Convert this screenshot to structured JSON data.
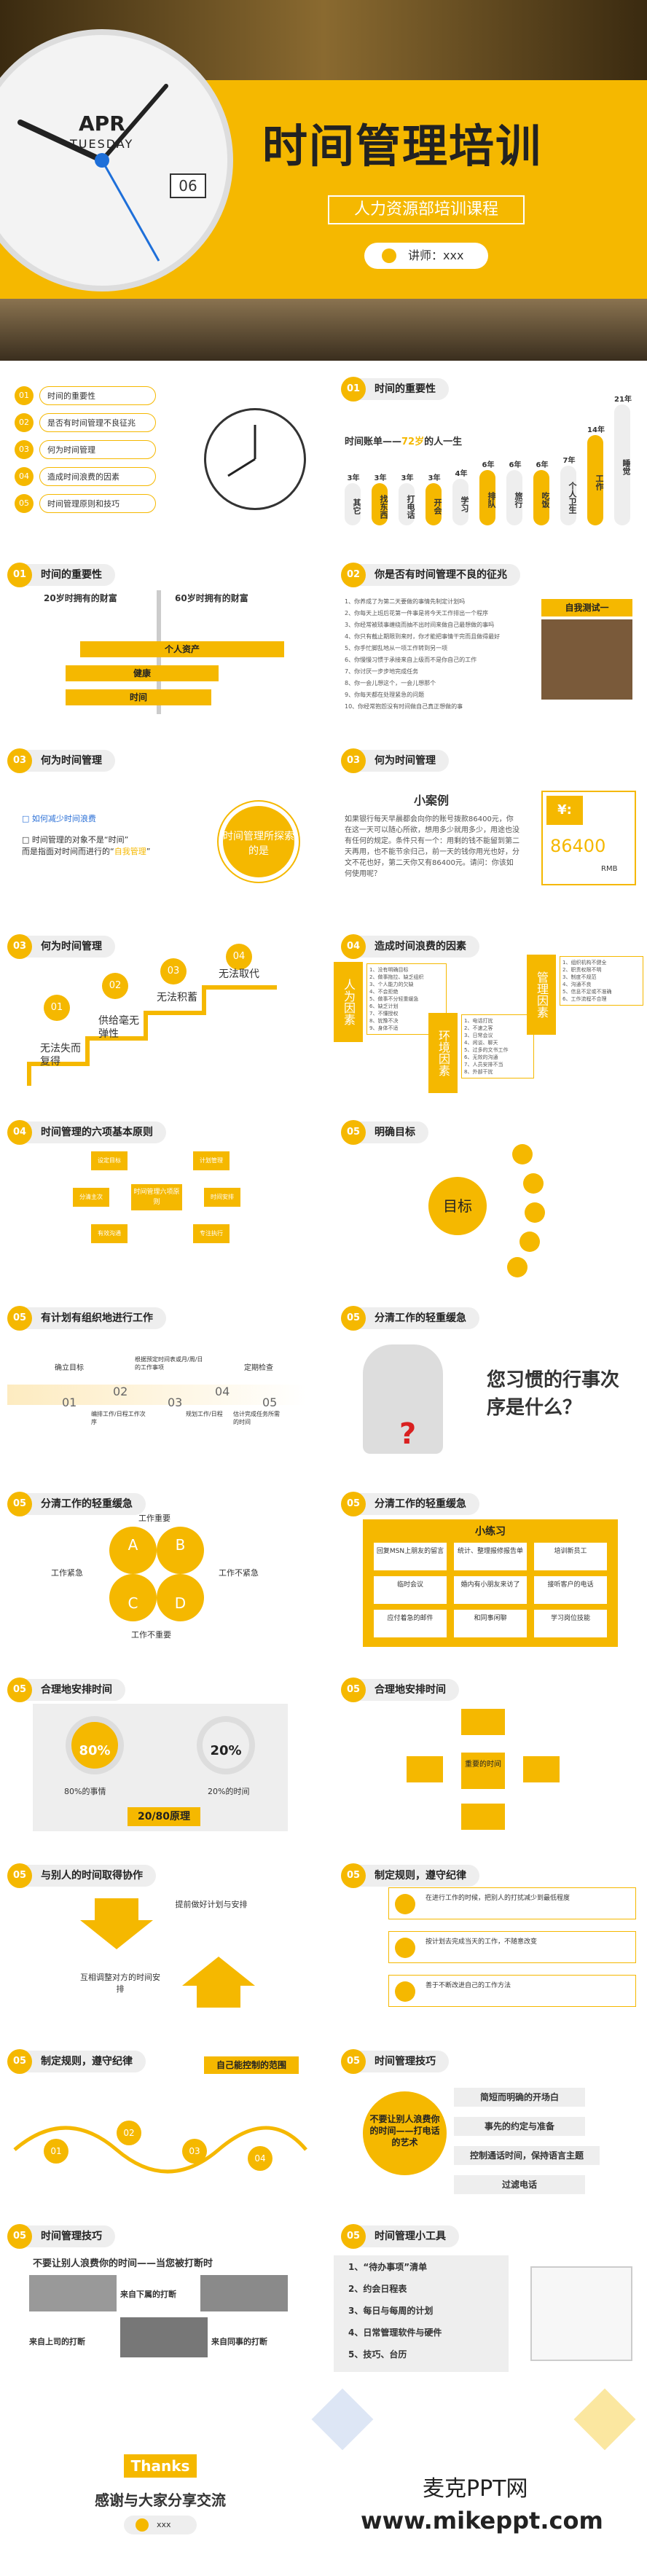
{
  "hero": {
    "month": "APR",
    "weekday": "TUESDAY",
    "day": "06",
    "title": "时间管理培训",
    "subtitle": "人力资源部培训课程",
    "teacher": "讲师：xxx"
  },
  "colors": {
    "accent": "#f5b800",
    "dark": "#222222",
    "light": "#eeeeee"
  },
  "toc": {
    "items": [
      {
        "n": "01",
        "label": "时间的重要性"
      },
      {
        "n": "02",
        "label": "是否有时间管理不良征兆"
      },
      {
        "n": "03",
        "label": "何为时间管理"
      },
      {
        "n": "04",
        "label": "造成时间浪费的因素"
      },
      {
        "n": "05",
        "label": "时间管理原则和技巧"
      }
    ]
  },
  "s_importance": {
    "n": "01",
    "title": "时间的重要性",
    "subtitle_a": "时间账单——",
    "subtitle_hl": "72岁",
    "subtitle_b": "的人一生",
    "bars": [
      {
        "years": "3年",
        "label": "其它",
        "hl": false
      },
      {
        "years": "3年",
        "label": "找东西",
        "hl": true
      },
      {
        "years": "3年",
        "label": "打电话",
        "hl": false
      },
      {
        "years": "3年",
        "label": "开会",
        "hl": true
      },
      {
        "years": "4年",
        "label": "学习",
        "hl": false
      },
      {
        "years": "6年",
        "label": "排队",
        "hl": true
      },
      {
        "years": "6年",
        "label": "旅行",
        "hl": false
      },
      {
        "years": "6年",
        "label": "吃饭",
        "hl": true
      },
      {
        "years": "7年",
        "label": "个人卫生",
        "hl": false
      },
      {
        "years": "14年",
        "label": "工作",
        "hl": true
      },
      {
        "years": "21年",
        "label": "睡觉",
        "hl": false
      }
    ]
  },
  "s_importance2": {
    "n": "01",
    "title": "时间的重要性",
    "left": "20岁时拥有的财富",
    "right": "60岁时拥有的财富",
    "a1": "个人资产",
    "a2": "健康",
    "a3": "时间"
  },
  "s_signs": {
    "n": "02",
    "title": "你是否有时间管理不良的征兆",
    "test": "自我测试一",
    "items": [
      "1、你养成了为第二天要做的事情先制定计划吗",
      "2、你每天上班后花第一件事是将今天工作排出一个程序",
      "3、你经常被琐事缠绕而抽不出时间来做自己最想做的事吗",
      "4、你只有截止期限到来时，你才能把事情干完而且做得最好",
      "5、你手忙脚乱地从一项工作转到另一项",
      "6、你慢慢习惯于承接来自上级而不是你自己的工作",
      "7、你讨厌一步步地完成任务",
      "8、你一会儿想这个，一会儿想那个",
      "9、你每天都在处理紧急的问题",
      "10、你经常抱怨没有时间做自己真正想做的事"
    ]
  },
  "s_what": {
    "n": "03",
    "title": "何为时间管理",
    "p1": "如何减少时间浪费",
    "p2a": "时间管理的对象不是“时间”",
    "p2b": "而是指面对时间而进行的“",
    "p2hl": "自我管理",
    "center": "时间管理所探索的是"
  },
  "s_case": {
    "n": "03",
    "title": "何为时间管理",
    "case_title": "小案例",
    "text": "如果银行每天早晨都会向你的账号拨款86400元，你在这一天可以随心所欲，想用多少就用多少，用途也没有任何的规定。条件只有一个：用剩的钱不能留到第二天再用，也不能节余归己，前一天的钱你用光也好，分文不花也好，第二天你又有86400元。请问：你该如何使用呢？",
    "money_symbol": "¥:",
    "money": "86400",
    "unit": "RMB"
  },
  "s_stairs": {
    "n": "03",
    "title": "何为时间管理",
    "steps": [
      {
        "n": "01",
        "label": "无法失而复得"
      },
      {
        "n": "02",
        "label": "供给毫无弹性"
      },
      {
        "n": "03",
        "label": "无法积蓄"
      },
      {
        "n": "04",
        "label": "无法取代"
      }
    ]
  },
  "s_waste": {
    "n": "04",
    "title": "造成时间浪费的因素",
    "g1": "人为因素",
    "g2": "环境因素",
    "g3": "管理因素",
    "g1_items": [
      "1、没有明确目标",
      "2、做事拖拉、缺乏组织",
      "3、个人能力的欠缺",
      "4、不会拒绝",
      "5、做事不分轻重缓急",
      "6、缺乏计划",
      "7、不懂授权",
      "8、犹豫不决",
      "9、身体不适"
    ],
    "g2_items": [
      "1、电话打扰",
      "2、不速之客",
      "3、日常会议",
      "4、闲谈、聊天",
      "5、过多的文书工作",
      "6、无效的沟通",
      "7、人员安排不当",
      "8、外部干扰"
    ],
    "g3_items": [
      "1、组织机构不健全",
      "2、职责权限不明",
      "3、制度不规范",
      "4、沟通不良",
      "5、信息不足或不准确",
      "6、工作流程不合理"
    ]
  },
  "s_six": {
    "n": "04",
    "title": "时间管理的六项基本原则",
    "items": [
      "设定目标",
      "计划管理",
      "分清主次",
      "时间安排",
      "有效沟通",
      "专注执行"
    ],
    "center": "时间管理六项原则"
  },
  "s_goals": {
    "n": "05",
    "title": "明确目标",
    "center": "目标"
  },
  "s_org": {
    "n": "05",
    "title": "有计划有组织地进行工作",
    "steps": [
      {
        "n": "01",
        "top": "确立目标",
        "bottom": ""
      },
      {
        "n": "02",
        "top": "",
        "bottom": "编排工作/日程工作次序"
      },
      {
        "n": "03",
        "top": "根据预定时间表或月/周/日的工作事项",
        "bottom": "规划工作/日程"
      },
      {
        "n": "04",
        "top": "",
        "bottom": "估计完成任务所需的时间"
      },
      {
        "n": "05",
        "top": "定期检查",
        "bottom": ""
      }
    ]
  },
  "s_priority": {
    "n": "05",
    "title": "分清工作的轻重缓急",
    "q": "您习惯的行事次序是什么？"
  },
  "s_matrix": {
    "n": "05",
    "title": "分清工作的轻重缓急",
    "top": "工作重要",
    "bottom": "工作不重要",
    "left": "工作紧急",
    "right": "工作不紧急",
    "A": "A",
    "B": "B",
    "C": "C",
    "D": "D"
  },
  "s_practice": {
    "n": "05",
    "title": "分清工作的轻重缓急",
    "head": "小练习",
    "items": [
      "回复MSN上朋友的留言",
      "统计、整理报修报告单",
      "培训新员工",
      "临时会议",
      "婚内有小朋友来访了",
      "接听客户的电话",
      "应付着急的邮件",
      "和同事闲聊",
      "学习岗位技能"
    ]
  },
  "s_time": {
    "n": "05",
    "title": "合理地安排时间",
    "p1": "80%",
    "p2": "20%",
    "l1": "80%的事情",
    "l2": "20%的时间",
    "principle": "20/80原理"
  },
  "s_time2": {
    "n": "05",
    "title": "合理地安排时间",
    "center": "重要的时间"
  },
  "s_coop": {
    "n": "05",
    "title": "与别人的时间取得协作",
    "t1": "提前做好计划与安排",
    "t2": "互相调整对方的时间安排"
  },
  "s_rules": {
    "n": "05",
    "title": "制定规则，遵守纪律",
    "items": [
      "在进行工作的时候，把别人的打扰减少到最低程度",
      "按计划去完成当天的工作，不随意改变",
      "善于不断改进自己的工作方法"
    ]
  },
  "s_rules2": {
    "n": "05",
    "title": "制定规则，遵守纪律",
    "head": "自己能控制的范围",
    "items": [
      "01",
      "02",
      "03",
      "04"
    ]
  },
  "s_skills": {
    "n": "05",
    "title": "时间管理技巧",
    "center": "不要让别人浪费你的时间——打电话的艺术",
    "items": [
      "简短而明确的开场白",
      "事先的约定与准备",
      "控制通话时间，保持语言主题",
      "过滤电话"
    ]
  },
  "s_skills2": {
    "n": "05",
    "title": "时间管理技巧",
    "head": "不要让别人浪费你的时间——当您被打断时",
    "items": [
      "来自下属的打断",
      "来自上司的打断",
      "来自同事的打断"
    ]
  },
  "s_tools": {
    "n": "05",
    "title": "时间管理小工具",
    "items": [
      "1、“待办事项”清单",
      "2、约会日程表",
      "3、每日与每周的计划",
      "4、日常管理软件与硬件",
      "5、技巧、台历"
    ]
  },
  "s_thanks": {
    "badge": "Thanks",
    "text": "感谢与大家分享交流",
    "name": "xxx"
  },
  "footer": {
    "brand": "麦克PPT网",
    "url": "www.mikeppt.com"
  }
}
